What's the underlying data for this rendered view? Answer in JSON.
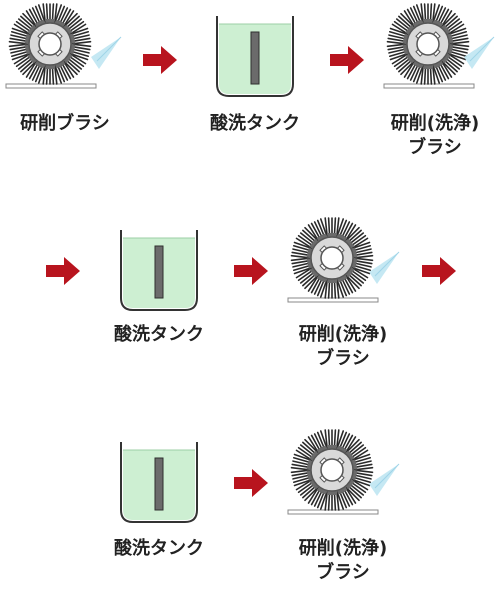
{
  "steps": {
    "brush": "研削ブラシ",
    "tank": "酸洗タンク",
    "rinse_line1": "研削(洗浄)",
    "rinse_line2": "ブラシ"
  },
  "colors": {
    "arrow": "#b8141e",
    "liquid": "#cdefd2",
    "bristle": "#2a2a2a",
    "spray": "#bfe6f2"
  }
}
